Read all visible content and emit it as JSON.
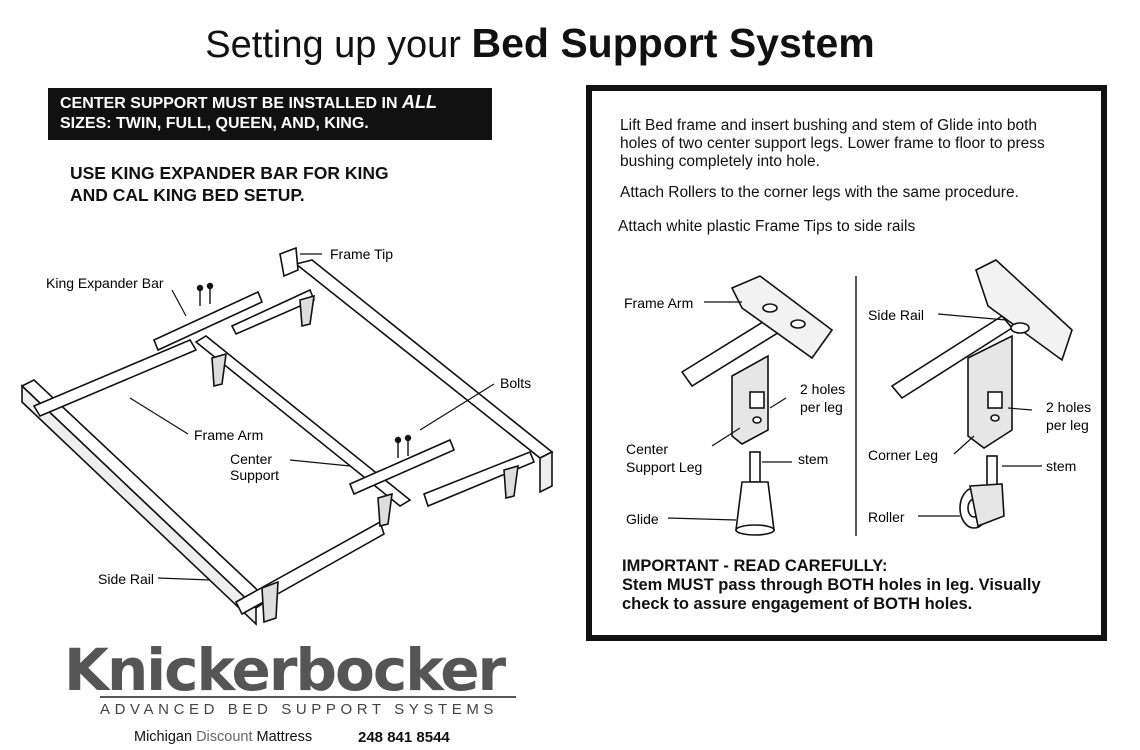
{
  "title": {
    "prefix": "Setting up your",
    "emphasis": "Bed Support System"
  },
  "banner": {
    "line1": "CENTER SUPPORT MUST BE INSTALLED IN",
    "line1_emph": "ALL",
    "line2": "SIZES: TWIN, FULL, QUEEN, AND, KING."
  },
  "king_note": {
    "line1": "USE KING EXPANDER BAR FOR KING",
    "line2": "AND CAL KING BED SETUP."
  },
  "frame_labels": {
    "frame_tip": "Frame Tip",
    "king_expander_bar": "King Expander Bar",
    "bolts": "Bolts",
    "frame_arm": "Frame Arm",
    "center_support": "Center",
    "center_support_2": "Support",
    "side_rail": "Side Rail"
  },
  "instructions": {
    "step1_l1": "Lift Bed frame and insert bushing and stem of Glide into both",
    "step1_l2": "holes of two center support legs. Lower frame to floor to press",
    "step1_l3": "bushing completely into hole.",
    "step2": "Attach Rollers to the corner legs with the same procedure.",
    "step3": "Attach white plastic Frame Tips to side rails"
  },
  "left_detail": {
    "frame_arm": "Frame Arm",
    "holes_l1": "2 holes",
    "holes_l2": "per leg",
    "center_leg_l1": "Center",
    "center_leg_l2": "Support Leg",
    "stem": "stem",
    "glide": "Glide"
  },
  "right_detail": {
    "side_rail": "Side Rail",
    "holes_l1": "2 holes",
    "holes_l2": "per leg",
    "corner_leg": "Corner Leg",
    "stem": "stem",
    "roller": "Roller"
  },
  "important": {
    "heading": "IMPORTANT - READ CAREFULLY:",
    "line1": "Stem MUST pass through BOTH holes in leg. Visually",
    "line2": "check to assure engagement of BOTH holes."
  },
  "brand": {
    "logo": "Knickerbocker",
    "tagline": "ADVANCED BED SUPPORT SYSTEMS",
    "store_a": "Michigan",
    "store_b": "Discount",
    "store_c": "Mattress",
    "phone": "248 841 8544"
  }
}
